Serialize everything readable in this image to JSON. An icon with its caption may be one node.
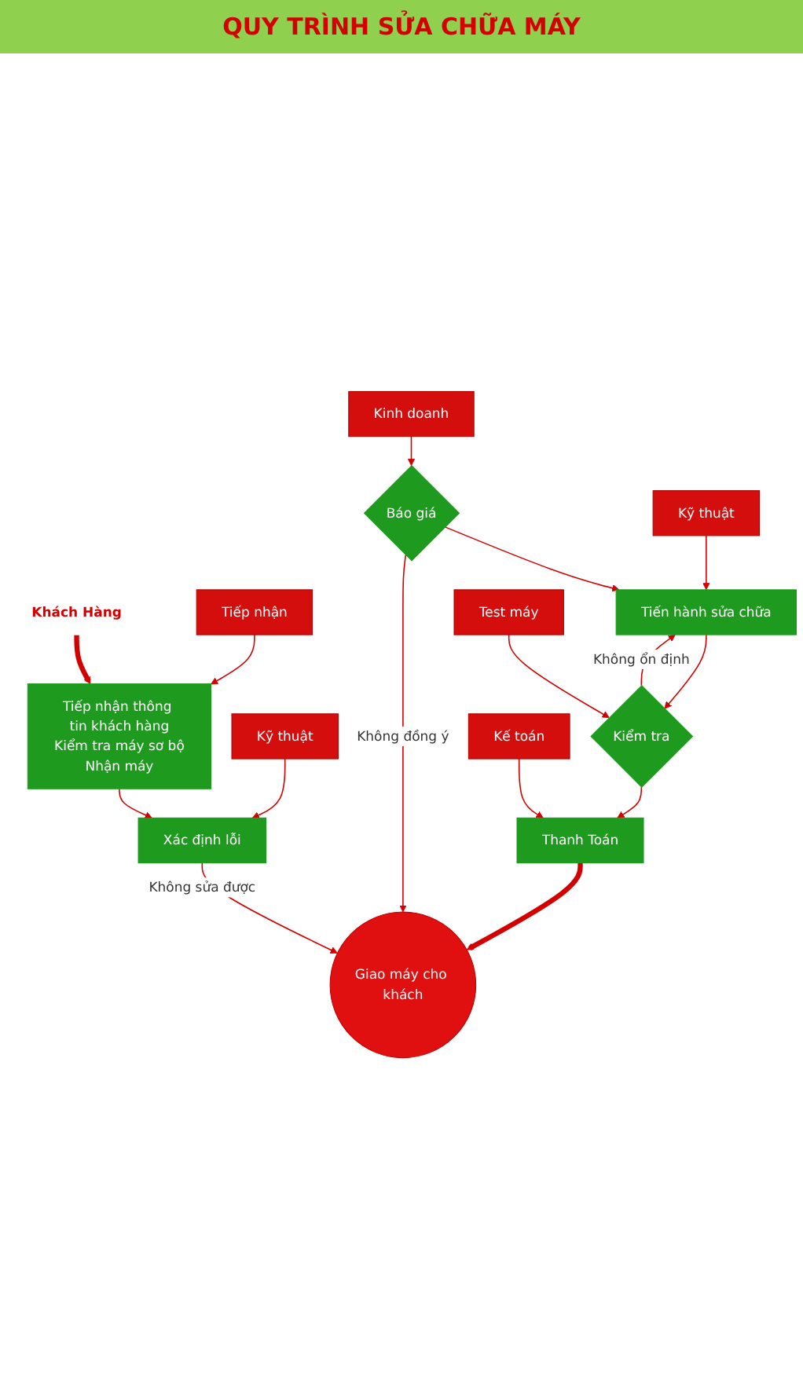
{
  "diagram": {
    "title": "QUY TRÌNH SỬA CHỮA MÁY",
    "nodes": [
      {
        "text": [
          "Khách Hàng"
        ]
      },
      {
        "text": [
          "Tiếp nhận"
        ]
      },
      {
        "text": [
          "Tiếp nhận thông tin khách hàng",
          "Kiểm tra máy sơ bộ",
          "Nhận máy"
        ]
      },
      {
        "text": [
          "Kỹ thuật"
        ]
      },
      {
        "text": [
          "Xác định lỗi"
        ]
      },
      {
        "text": [
          "Kinh doanh"
        ]
      },
      {
        "text": [
          "Báo giá"
        ]
      },
      {
        "text": [
          "Kỹ thuật"
        ]
      },
      {
        "text": [
          "Tiến hành sửa chữa"
        ]
      },
      {
        "text": [
          "Test máy"
        ]
      },
      {
        "text": [
          "Kiểm tra"
        ]
      },
      {
        "text": [
          "Kế toán"
        ]
      },
      {
        "text": [
          "Thanh Toán"
        ]
      },
      {
        "text": [
          "Giao máy cho khách"
        ]
      }
    ],
    "edges": [
      {
        "from": 0,
        "to": 2,
        "arrow": "to",
        "style": "thick"
      },
      {
        "from": 1,
        "to": 2,
        "arrow": "to"
      },
      {
        "from": 2,
        "to": 4,
        "arrow": "to"
      },
      {
        "from": 3,
        "to": 4,
        "arrow": "to"
      },
      {
        "from": 4,
        "to": 13,
        "arrow": "to",
        "label": "Không sửa được"
      },
      {
        "from": 5,
        "to": 6,
        "arrow": "to"
      },
      {
        "from": 6,
        "to": 8,
        "arrow": "to"
      },
      {
        "from": 6,
        "to": 13,
        "arrow": "to",
        "label": "Không đồng ý"
      },
      {
        "from": 7,
        "to": 8,
        "arrow": "to"
      },
      {
        "from": 8,
        "to": 10,
        "arrow": "to"
      },
      {
        "from": 10,
        "to": 8,
        "arrow": "to",
        "label": "Không ổn định"
      },
      {
        "from": 9,
        "to": 10,
        "arrow": "to"
      },
      {
        "from": 10,
        "to": 12,
        "arrow": "to"
      },
      {
        "from": 11,
        "to": 12,
        "arrow": "to"
      },
      {
        "from": 12,
        "to": 13,
        "arrow": "to",
        "style": "thick"
      }
    ]
  }
}
